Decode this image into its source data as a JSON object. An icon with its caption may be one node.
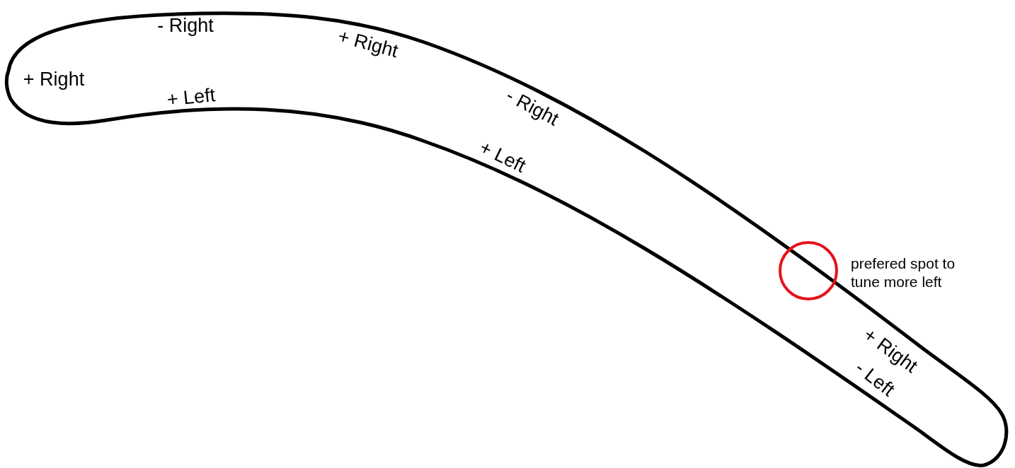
{
  "diagram": {
    "labels": [
      "-  Right",
      "+ Right",
      "+ Right",
      "+ Left",
      "-  Right",
      "+ Left",
      "prefered spot to tune more left",
      "+ Right",
      "- Left"
    ]
  }
}
